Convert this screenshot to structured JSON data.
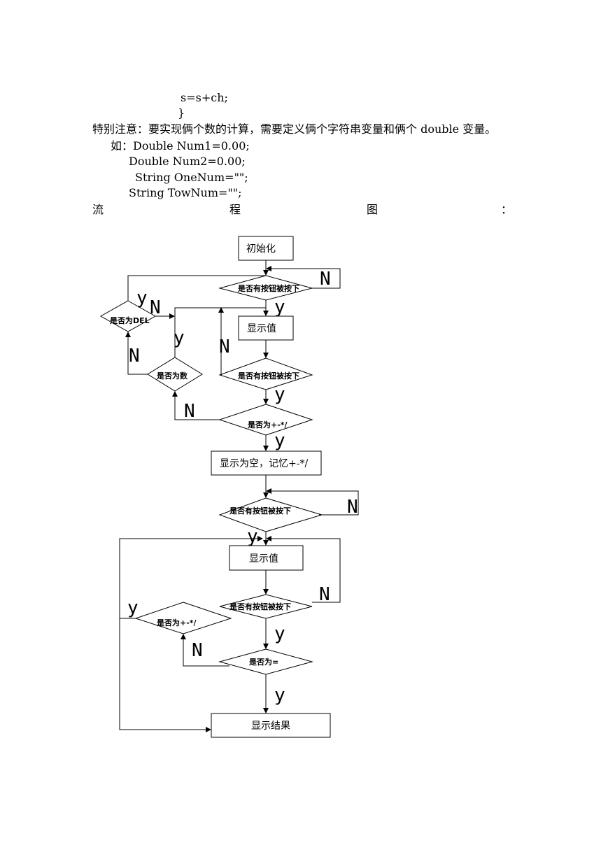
{
  "code": {
    "line1": "s=s+ch;",
    "line2": "}",
    "note": "特别注意：要实现俩个数的计算，需要定义俩个字符串变量和俩个 double 变量。",
    "example1": "如：Double Num1=0.00;",
    "example2": "Double Num2=0.00;",
    "example3": "String OneNum=\"\";",
    "example4": "String TowNum=\"\";"
  },
  "heading": {
    "c1": "流",
    "c2": "程",
    "c3": "图",
    "c4": "："
  },
  "flowchart": {
    "init": "初始化",
    "btn_pressed": "是否有按钮被按下",
    "is_del": "是否为DEL",
    "show_value": "显示值",
    "is_number": "是否为数",
    "is_operator": "是否为+-*/",
    "clear_remember": "显示为空，记忆+-*/",
    "is_equal": "是否为=",
    "show_result": "显示结果",
    "yes": "y",
    "no": "N"
  }
}
